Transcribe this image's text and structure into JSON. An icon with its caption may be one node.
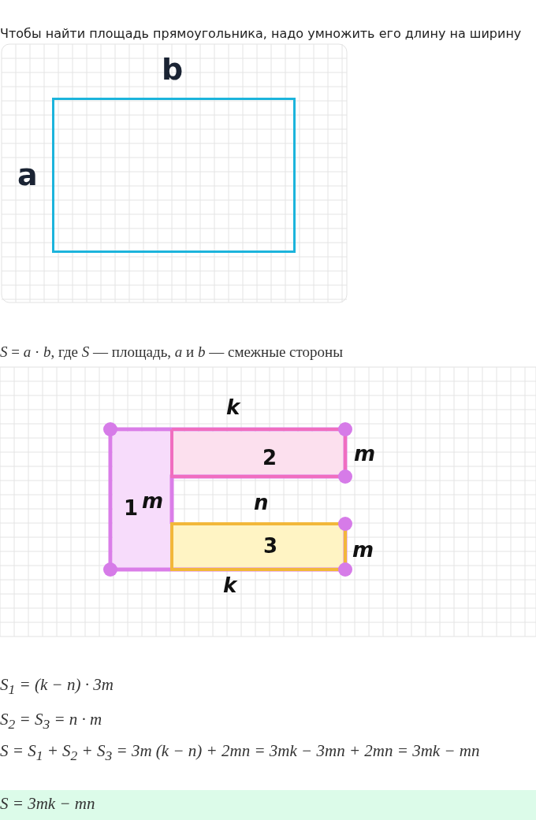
{
  "diagram": {
    "nodes": [
      {
        "text": [],
        "shape": "box",
        "beside": [
          "b",
          "a"
        ]
      },
      {
        "text": [
          "1"
        ]
      },
      {
        "text": [
          "2"
        ],
        "beside": [
          "m"
        ]
      },
      {
        "text": [
          "3"
        ],
        "beside": [
          "m"
        ]
      }
    ],
    "labels": [
      "Чтобы найти площадь прямоугольника, надо умножить его длину на ширину",
      "*S* = *a* · *b*, где *S* — площадь, *a* и *b* — смежные стороны",
      "k",
      "m",
      "n",
      "k",
      "S$_{1}$ = (k − n) · 3m",
      "S$_{2}$ = S$_{3}$ = n · m",
      "S = S$_{1}$ + S$_{2}$ + S$_{3}$ = 3m (k − n) + 2mn = 3mk − 3mn + 2mn = 3mk − mn",
      "S = 3mk − mn"
    ]
  }
}
